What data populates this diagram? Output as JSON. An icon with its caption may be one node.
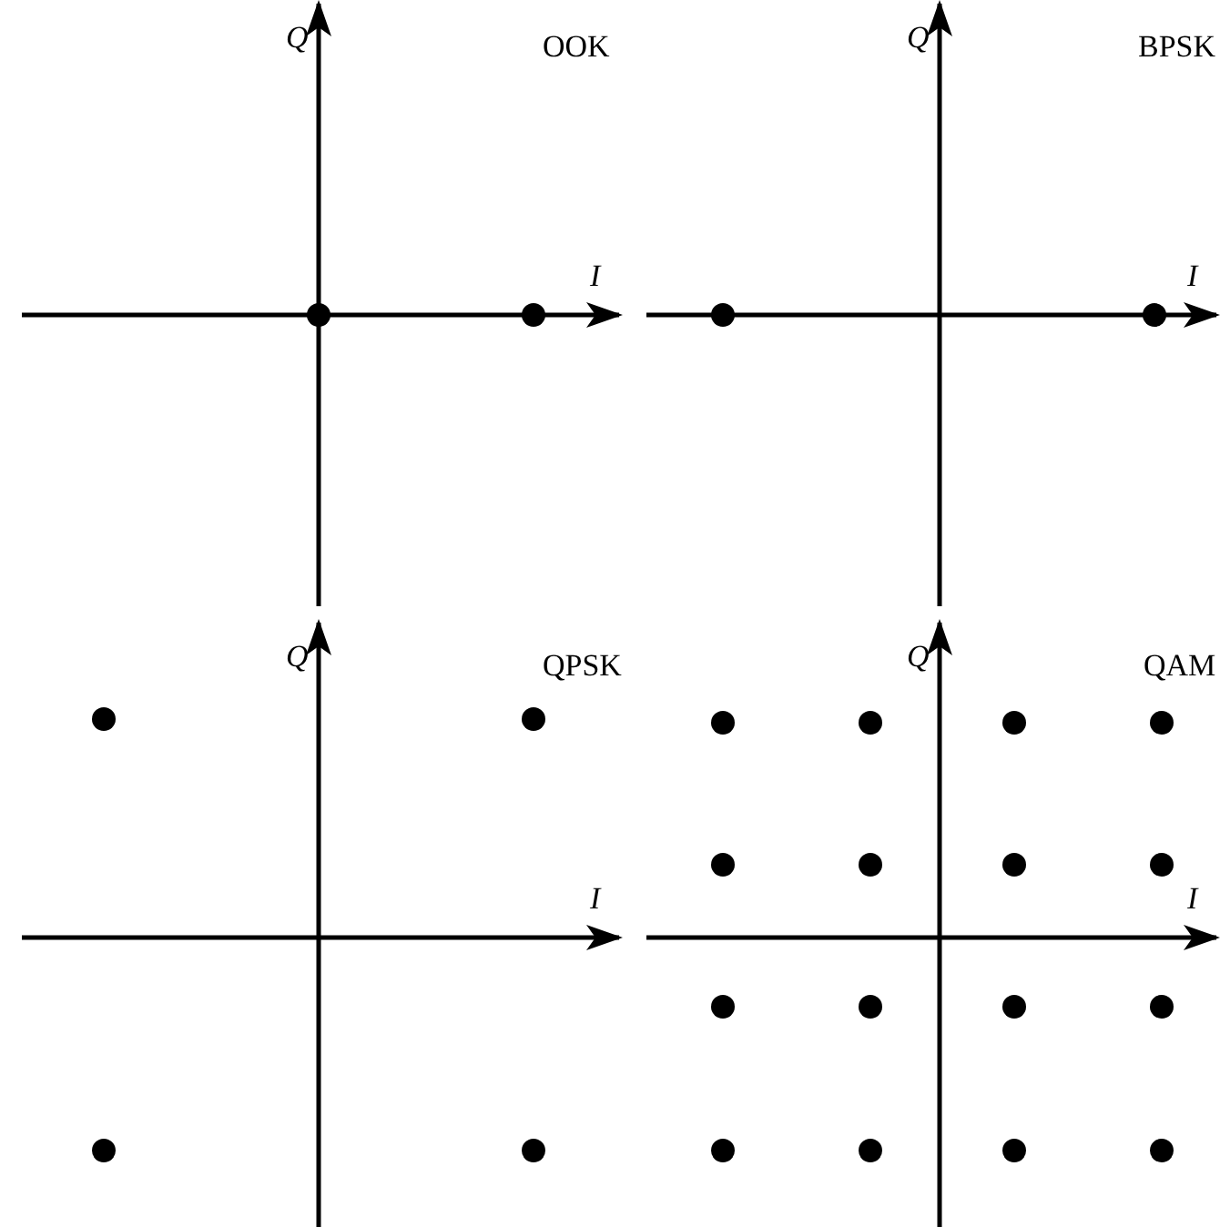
{
  "diagram": {
    "labels": [
      "Q",
      "OOK",
      "I",
      "Q",
      "BPSK",
      "I",
      "Q",
      "QPSK",
      "I",
      "Q",
      "QAM",
      "I"
    ]
  }
}
